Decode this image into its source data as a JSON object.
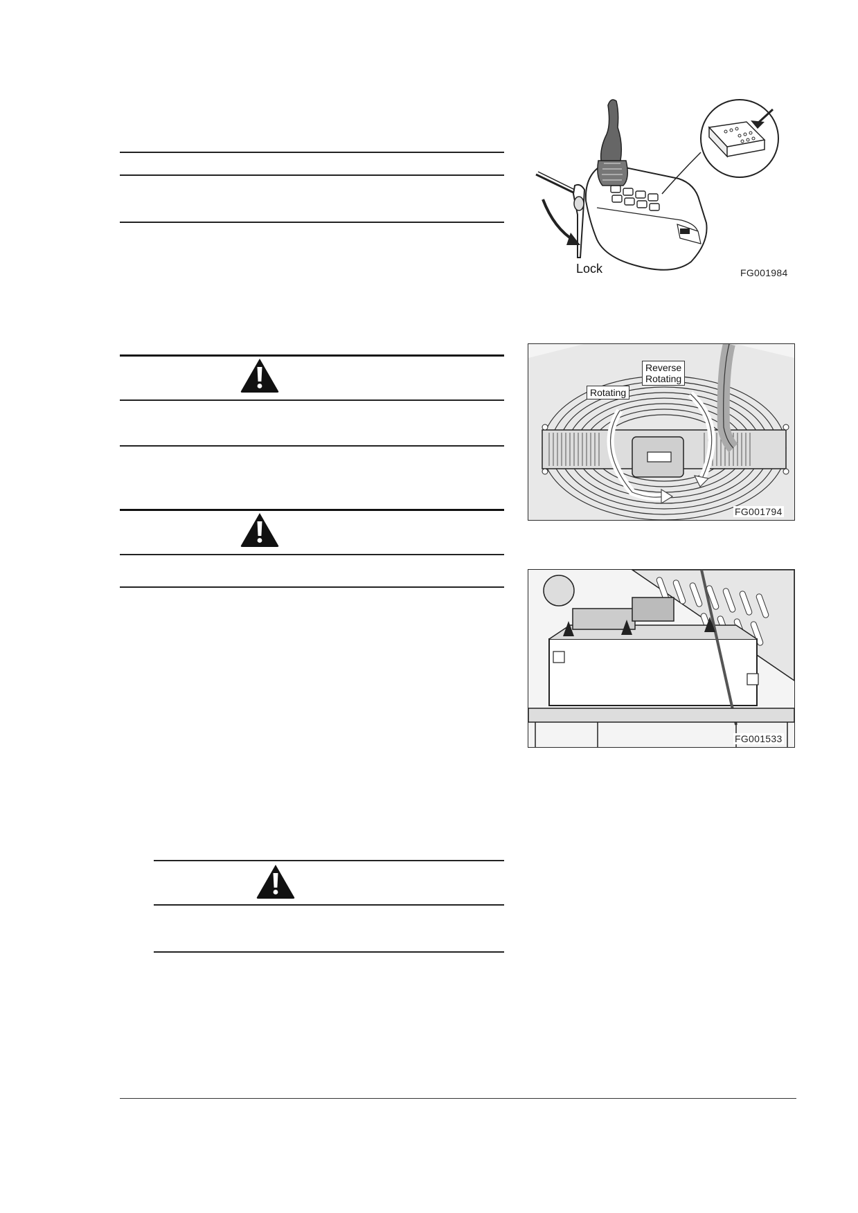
{
  "figures": {
    "fig1": {
      "id": "FG001984",
      "label": "Lock",
      "icon": "joystick-lever-illustration"
    },
    "fig2": {
      "id": "FG001794",
      "label_rotating": "Rotating",
      "label_reverse_line1": "Reverse",
      "label_reverse_line2": "Rotating",
      "icon": "radiator-fan-illustration"
    },
    "fig3": {
      "id": "FG001533",
      "icon": "engine-compartment-illustration"
    }
  },
  "warnings": {
    "icon": "warning-triangle-icon",
    "count": 3
  }
}
